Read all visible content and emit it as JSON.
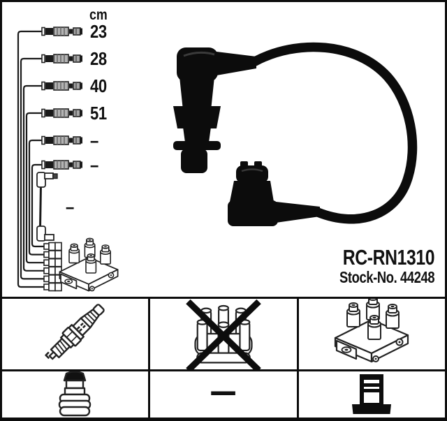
{
  "diagram": {
    "unit_header": "cm",
    "rows": [
      {
        "length": "23"
      },
      {
        "length": "28"
      },
      {
        "length": "40"
      },
      {
        "length": "51"
      },
      {
        "length": "–"
      },
      {
        "length": "–"
      }
    ],
    "sensor_length": "–"
  },
  "part": {
    "code": "RC-RN1310",
    "stock_line": "Stock-No. 44248"
  },
  "legend": {
    "dash": "–",
    "crossed_out": "distributor-cap",
    "icons": [
      "spark-plug",
      "distributor-cap-crossed",
      "ignition-coil",
      "plug-connector",
      "dash",
      "coil-on-plug"
    ]
  },
  "colors": {
    "ink": "#111111",
    "photo_black": "#0c0c0c",
    "background": "#ffffff",
    "boot_gray": "#b3b3b3"
  }
}
